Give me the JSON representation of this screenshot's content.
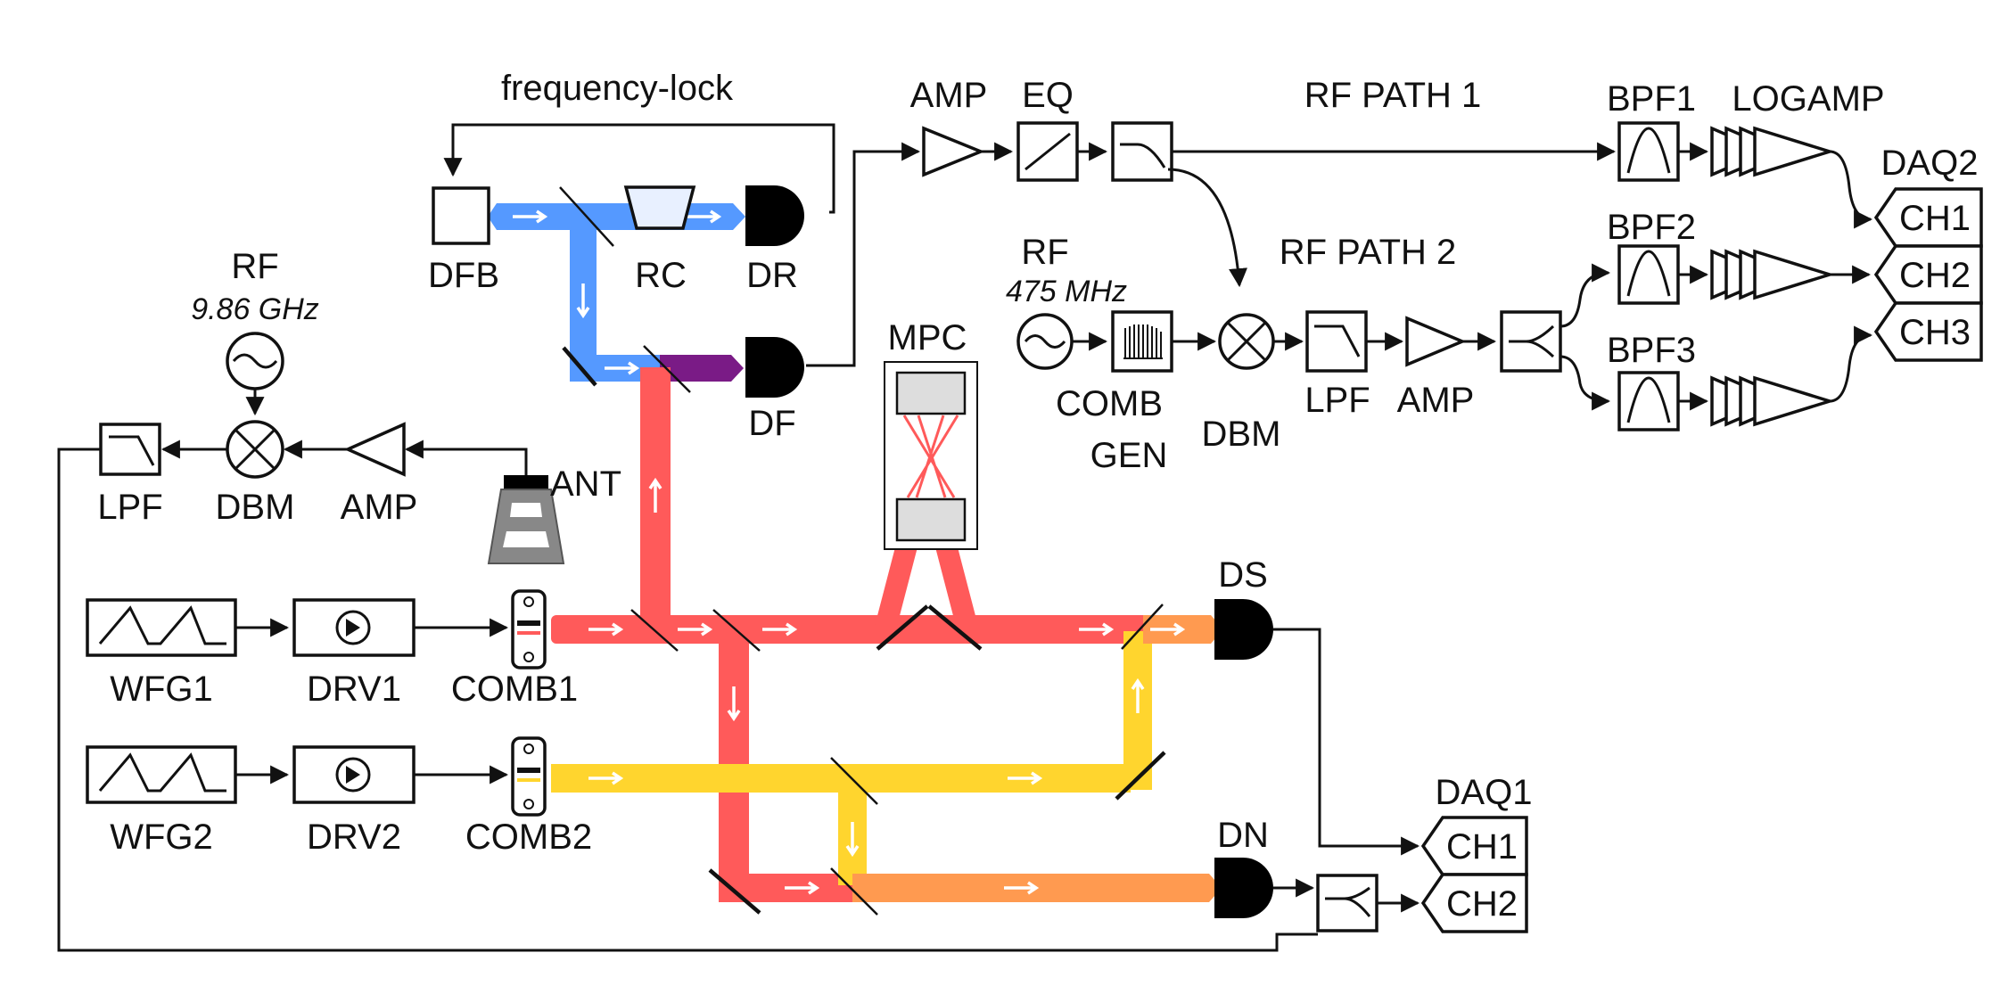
{
  "colors": {
    "blue_beam": "#5599ff",
    "purple_beam": "#7a1b86",
    "red_beam": "#ff5a5a",
    "yellow_beam": "#ffd52e",
    "orange_beam": "#ff9a50",
    "detector": "#000000",
    "antenna": "#888888",
    "mpc_mirror": "#dddddd",
    "line": "#111111"
  },
  "labels": {
    "frequency_lock": "frequency-lock",
    "dfb": "DFB",
    "rc": "RC",
    "dr": "DR",
    "df": "DF",
    "mpc": "MPC",
    "rf_left": "RF",
    "rf_left_freq": "9.86 GHz",
    "lpf_left": "LPF",
    "dbm_left": "DBM",
    "amp_left": "AMP",
    "ant": "ANT",
    "amp_top": "AMP",
    "eq": "EQ",
    "rf_path_1": "RF PATH 1",
    "rf_path_2": "RF PATH 2",
    "rf_mid": "RF",
    "rf_mid_freq": "475 MHz",
    "comb_gen_1": "COMB",
    "comb_gen_2": "GEN",
    "dbm_mid": "DBM",
    "lpf_mid": "LPF",
    "amp_mid": "AMP",
    "bpf1": "BPF1",
    "bpf2": "BPF2",
    "bpf3": "BPF3",
    "logamp": "LOGAMP",
    "daq2": "DAQ2",
    "daq2_ch1": "CH1",
    "daq2_ch2": "CH2",
    "daq2_ch3": "CH3",
    "wfg1": "WFG1",
    "drv1": "DRV1",
    "comb1": "COMB1",
    "wfg2": "WFG2",
    "drv2": "DRV2",
    "comb2": "COMB2",
    "ds": "DS",
    "dn": "DN",
    "daq1": "DAQ1",
    "daq1_ch1": "CH1",
    "daq1_ch2": "CH2"
  },
  "icons": {
    "oscillator": "sine-wave-source-icon",
    "mixer": "circle-cross-mixer-icon",
    "amplifier": "triangle-amplifier-icon",
    "lowpass": "lowpass-filter-icon",
    "bandpass": "bandpass-filter-icon",
    "splitter": "rf-splitter-icon",
    "detector": "photodetector-icon",
    "comb_generator": "comb-generator-icon",
    "antenna": "horn-antenna-icon"
  }
}
